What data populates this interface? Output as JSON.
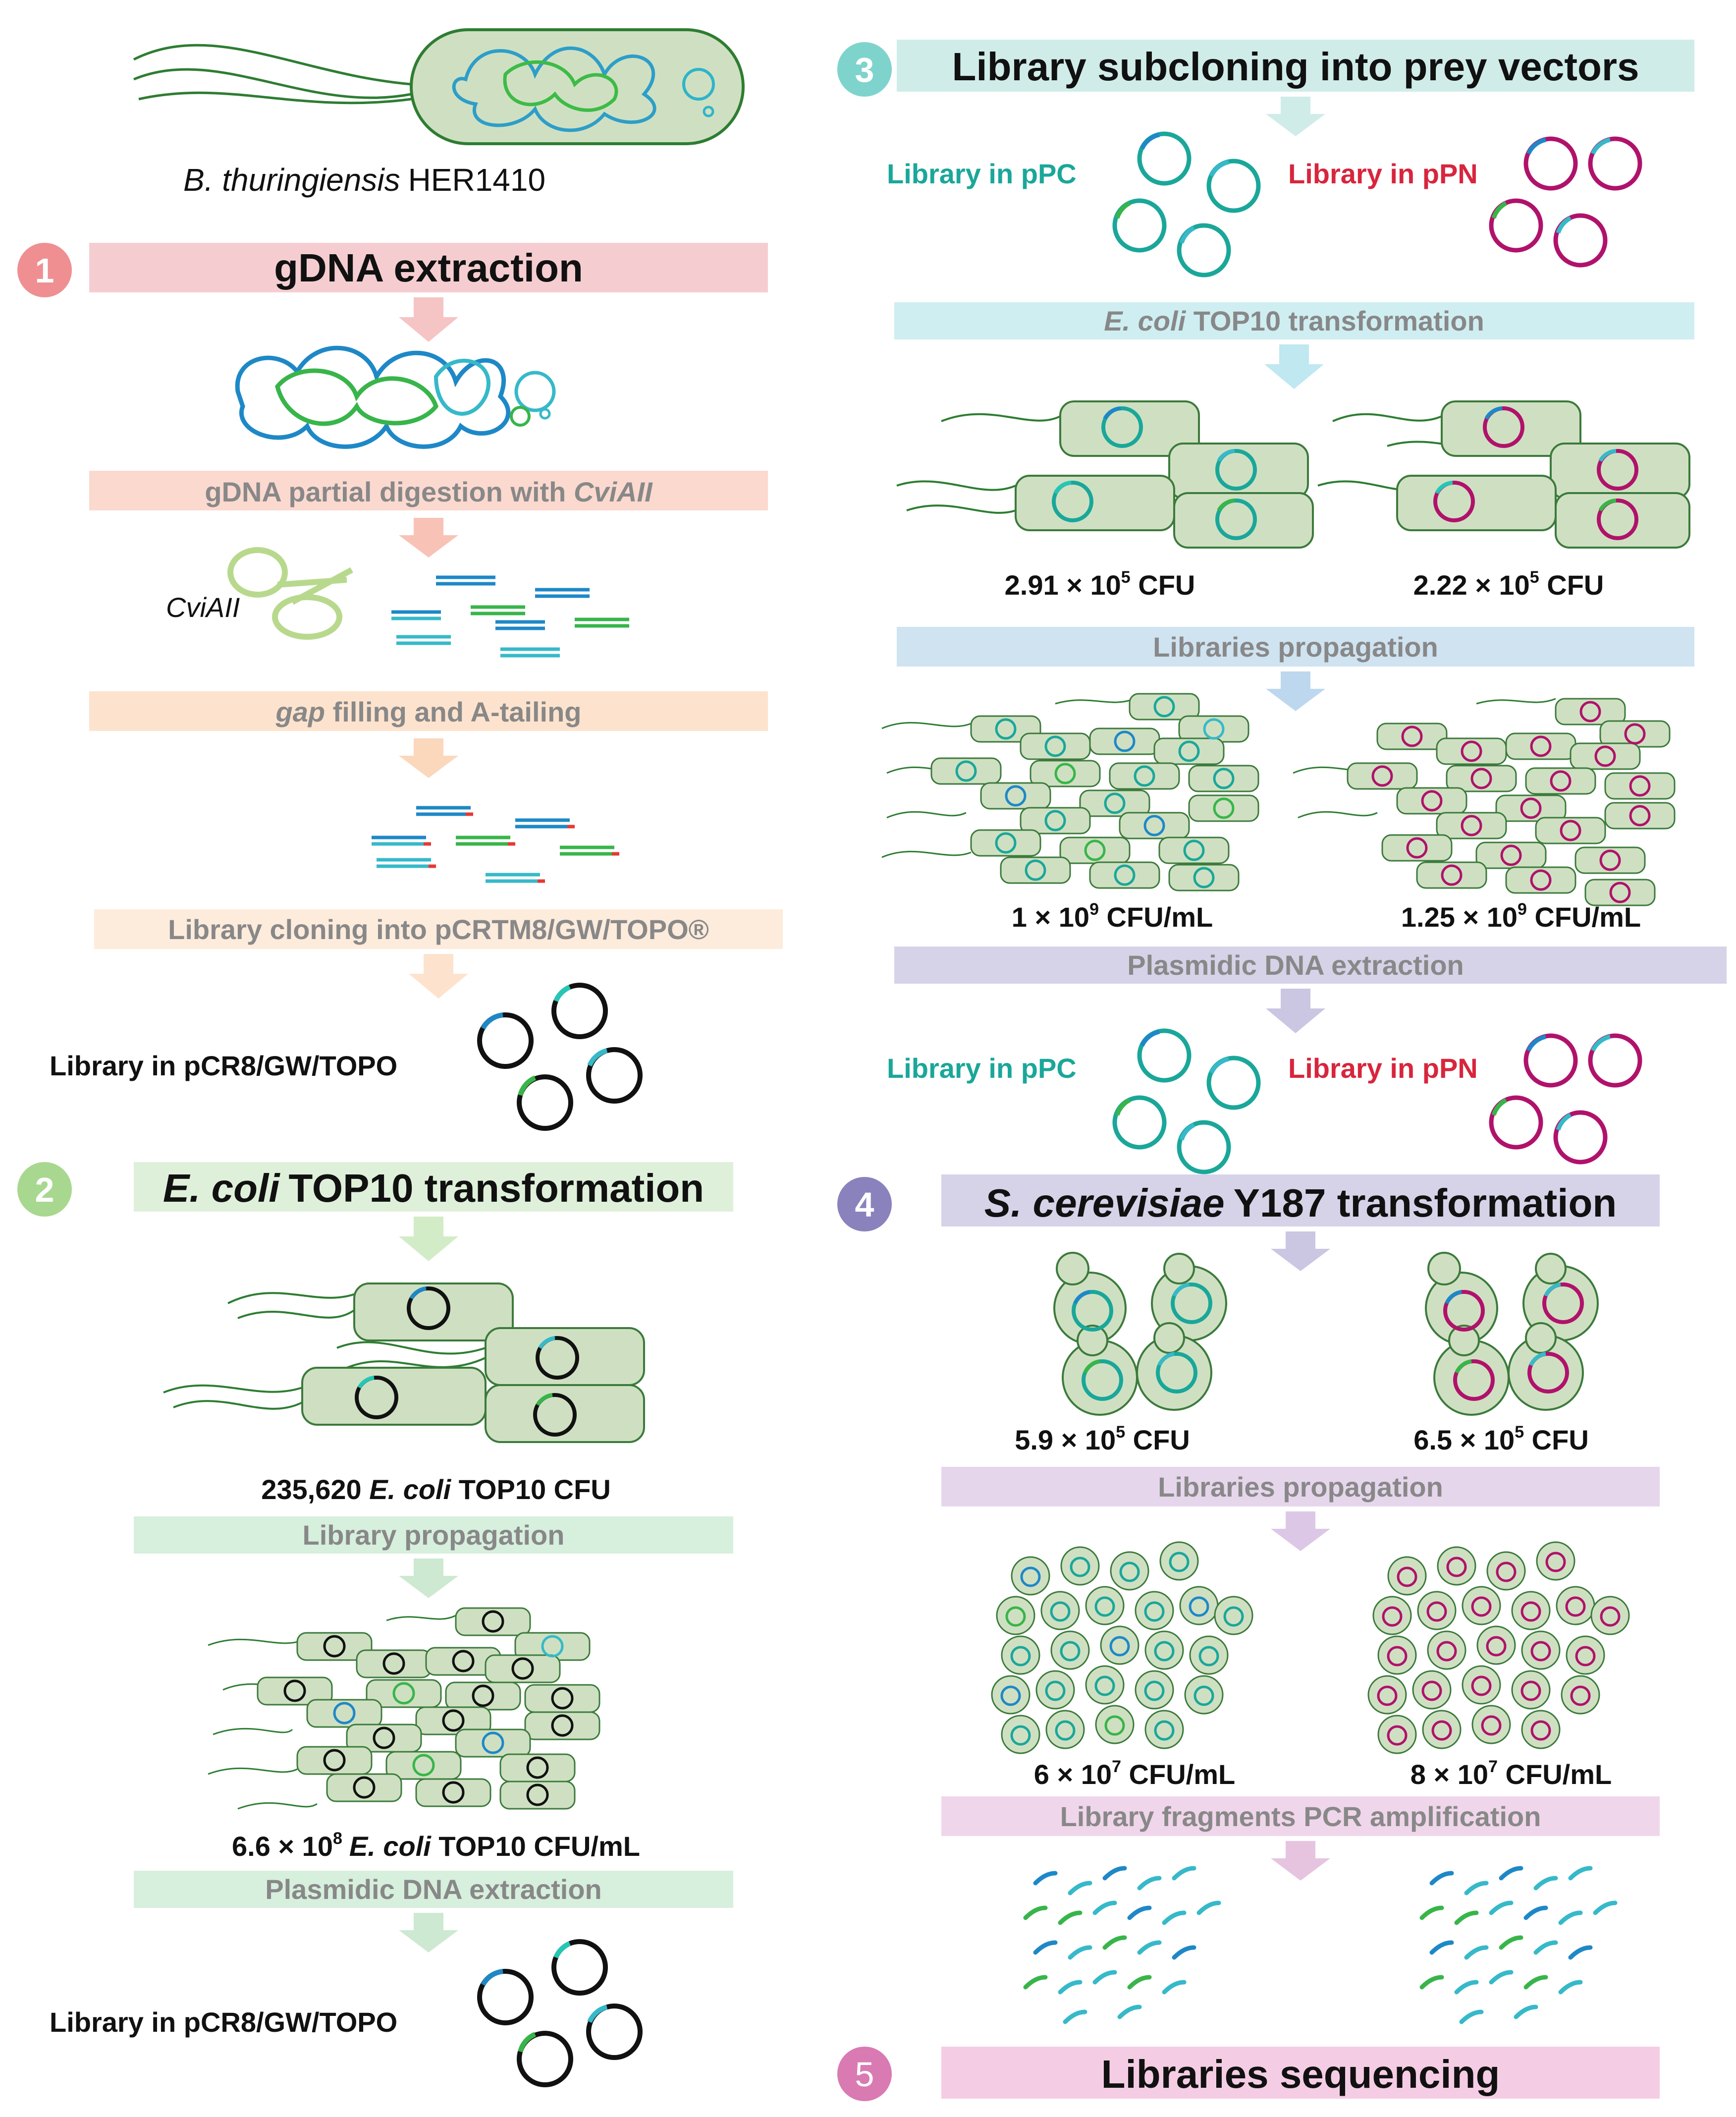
{
  "organism": {
    "genus": "B. thuringiensis",
    "strain": "HER1410"
  },
  "steps": {
    "s1": {
      "number": "1",
      "title": "gDNA extraction"
    },
    "s2": {
      "number": "2",
      "title_italic": "E. coli",
      "title_rest": "TOP10 transformation"
    },
    "s3": {
      "number": "3",
      "title": "Library subcloning into prey vectors"
    },
    "s4": {
      "number": "4",
      "title_italic": "S. cerevisiae",
      "title_rest": "Y187 transformation"
    },
    "s5": {
      "number": "5",
      "title": "Libraries sequencing"
    }
  },
  "left": {
    "digestion": {
      "text": "gDNA partial digestion with ",
      "enzyme": "CviAII"
    },
    "enzyme_label": "CviAII",
    "gap": {
      "italic": "gap",
      "rest": " filling and A-tailing"
    },
    "cloning": "Library cloning into pCRTM8/GW/TOPO®",
    "library_1": "Library in pCR8/GW/TOPO",
    "count_1": {
      "number": "235,620 ",
      "italic": "E. coli",
      "rest": " TOP10 CFU"
    },
    "propagation": "Library propagation",
    "count_2": {
      "pre": "6.6 × 10",
      "exp": "8",
      "italic": "E. coli",
      "rest": " TOP10 CFU/mL"
    },
    "extraction": "Plasmidic DNA extraction",
    "library_2": "Library in pCR8/GW/TOPO"
  },
  "right": {
    "lib_pc": "Library in pPC",
    "lib_pn": "Library in pPN",
    "transformation": {
      "italic": "E. coli",
      "rest": " TOP10 transformation"
    },
    "cfu_pc": {
      "pre": "2.91 × 10",
      "exp": "5",
      "post": " CFU"
    },
    "cfu_pn": {
      "pre": "2.22 × 10",
      "exp": "5",
      "post": " CFU"
    },
    "propagation": "Libraries propagation",
    "titer_pc": {
      "pre": "1 × 10",
      "exp": "9",
      "post": " CFU/mL"
    },
    "titer_pn": {
      "pre": "1.25 × 10",
      "exp": "9",
      "post": " CFU/mL"
    },
    "extraction": "Plasmidic DNA extraction",
    "lib_pc_2": "Library in pPC",
    "lib_pn_2": "Library in pPN",
    "yeast_pc": {
      "pre": "5.9 × 10",
      "exp": "5",
      "post": "  CFU"
    },
    "yeast_pn": {
      "pre": "6.5 × 10",
      "exp": "5",
      "post": " CFU"
    },
    "propagation_2": "Libraries propagation",
    "yeast_titer_pc": {
      "pre": "6 × 10",
      "exp": "7",
      "post": " CFU/mL"
    },
    "yeast_titer_pn": {
      "pre": "8 × 10",
      "exp": "7",
      "post": " CFU/mL"
    },
    "pcr": "Library fragments PCR amplification"
  },
  "colors": {
    "pink_bar": "#f5cdd0",
    "salmon_bar": "#fbd9cf",
    "peach_bar": "#fde3cd",
    "cream_bar": "#fdebdc",
    "green_bar": "#dff0da",
    "mint_bar": "#d7efdd",
    "teal_bar": "#cfece8",
    "cyan_bar": "#cfeef2",
    "blue_bar": "#cfe3f1",
    "lavender_bar": "#d6d2e8",
    "lilac_bar": "#e6d6ec",
    "rose_bar": "#f4cde4",
    "cell_fill": "#cfe0c2",
    "cell_stroke": "#3c7a3c",
    "teal_text": "#1aa79a",
    "red_text": "#d7263d",
    "gray_text": "#888888",
    "magenta_ring": "#b0126b",
    "plasmid_black": "#111111"
  }
}
